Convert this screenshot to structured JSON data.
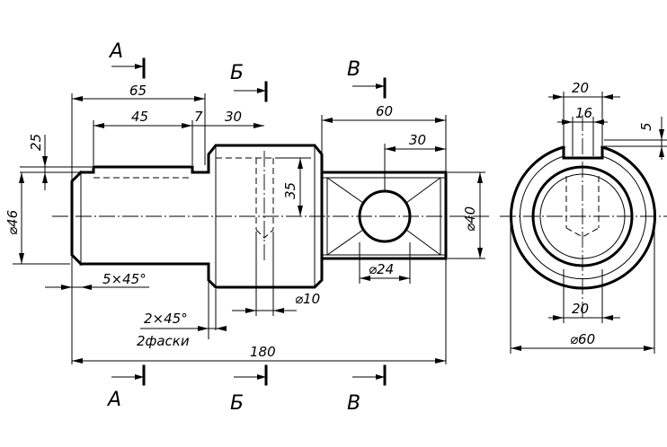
{
  "section_labels": {
    "a_top": "A",
    "b_top": "Б",
    "v_top": "В",
    "a_bottom": "A",
    "b_bottom": "Б",
    "v_bottom": "В"
  },
  "dimensions": {
    "d65": "65",
    "d45": "45",
    "d7": "7",
    "d30_left": "30",
    "d60": "60",
    "d30_right": "30",
    "d25": "25",
    "d46": "⌀46",
    "d35": "35",
    "d40": "⌀40",
    "d24": "⌀24",
    "d10": "⌀10",
    "chamfer_5x45": "5×45°",
    "chamfer_2x45": "2×45°",
    "chamfer_note": "2фаски",
    "d180": "180",
    "d20_top": "20",
    "d16": "16",
    "d5": "5",
    "d20_bottom": "20",
    "d60_circle": "⌀60"
  }
}
